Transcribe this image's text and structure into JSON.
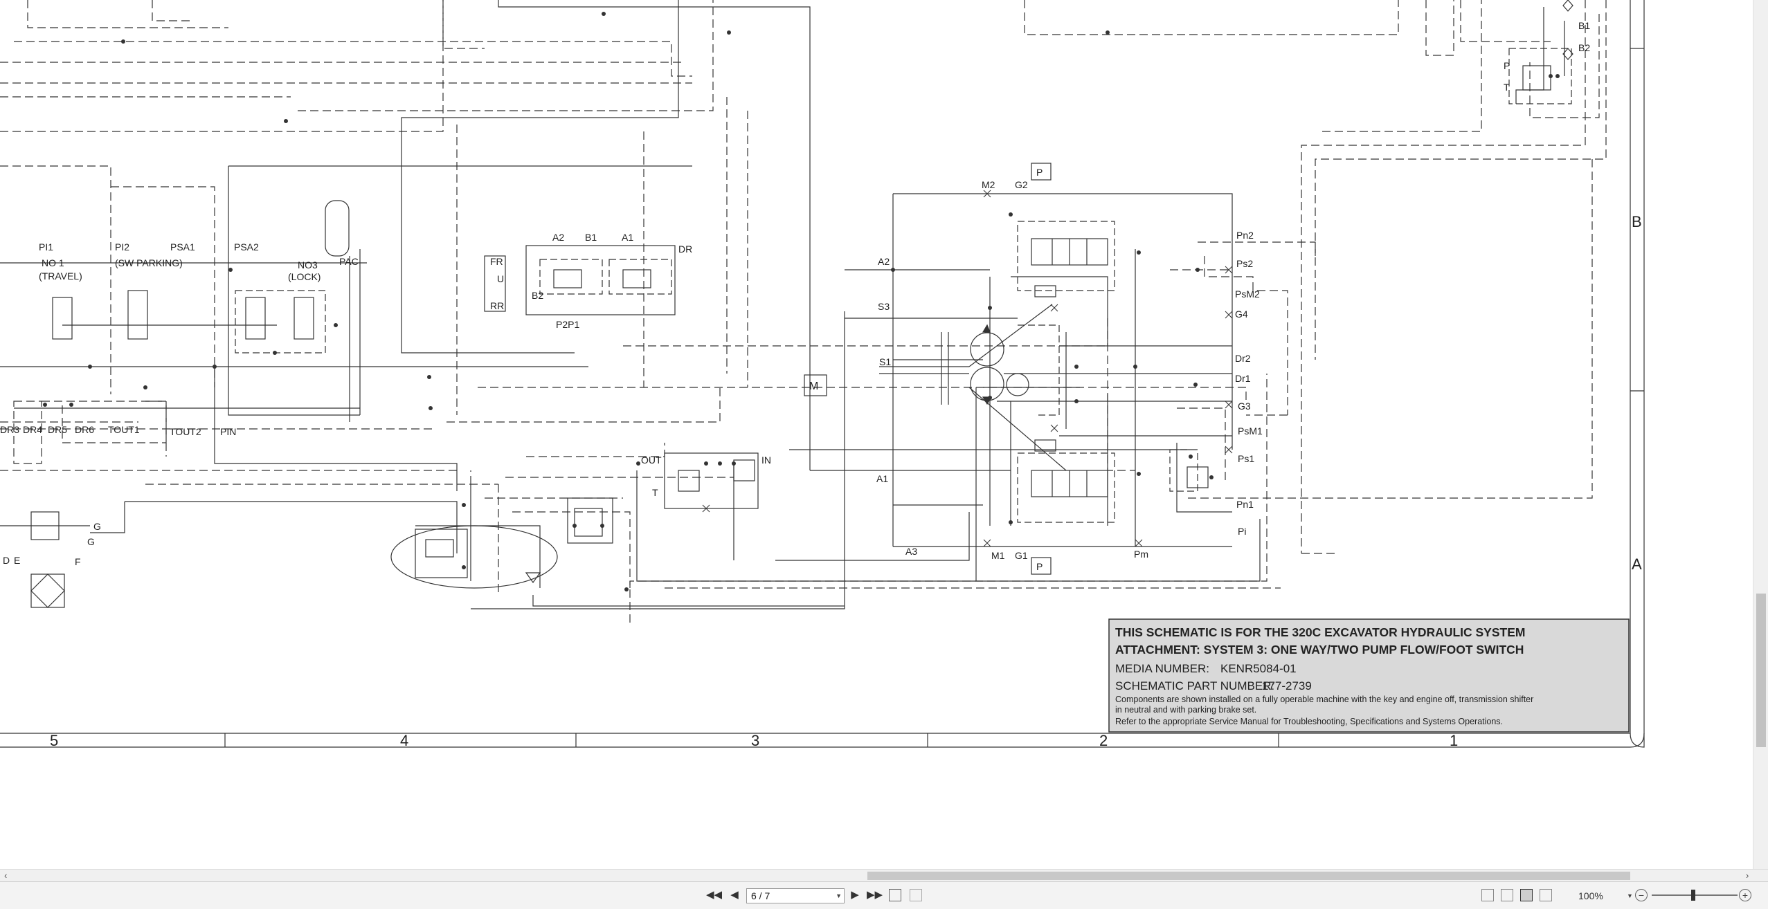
{
  "schematic": {
    "grid_columns": [
      "5",
      "4",
      "3",
      "2",
      "1"
    ],
    "grid_rows": [
      "B",
      "A"
    ],
    "title_block": {
      "line1": "THIS SCHEMATIC IS FOR THE 320C EXCAVATOR HYDRAULIC SYSTEM",
      "line2": "ATTACHMENT: SYSTEM 3: ONE WAY/TWO PUMP FLOW/FOOT SWITCH",
      "media_label": "MEDIA NUMBER:",
      "media_value": "KENR5084-01",
      "part_label": "SCHEMATIC PART NUMBER:",
      "part_value": "177-2739",
      "note1": "Components are shown installed on a fully operable machine with the key and engine off, transmission shifter",
      "note2": "in neutral and with parking brake set.",
      "note3": "Refer to the appropriate Service Manual for Troubleshooting, Specifications and Systems Operations."
    },
    "labels": {
      "pi1": "PI1",
      "pi2": "PI2",
      "psa1": "PSA1",
      "psa2": "PSA2",
      "no1": "NO 1",
      "travel": "(TRAVEL)",
      "sw_parking": "(SW PARKING)",
      "no3": "NO3",
      "lock": "(LOCK)",
      "pac": "PAC",
      "fr": "FR",
      "u": "U",
      "rr": "RR",
      "a2_top": "A2",
      "b1_top": "B1",
      "a1_top": "A1",
      "dr": "DR",
      "b2_mid": "B2",
      "p2p1": "P2P1",
      "dr3": "DR3",
      "dr4": "DR4",
      "dr5": "DR5",
      "dr6": "DR6",
      "tout1": "TOUT1",
      "tout2": "TOUT2",
      "pin": "PIN",
      "g1l": "G",
      "g2l": "G",
      "d": "D",
      "e": "E",
      "f": "F",
      "out": "OUT",
      "in": "IN",
      "t_valve": "T",
      "m2": "M2",
      "g2": "G2",
      "p_top": "P",
      "a2_pump": "A2",
      "s3": "S3",
      "s1": "S1",
      "a1_pump": "A1",
      "a3": "A3",
      "m1": "M1",
      "g1": "G1",
      "p_bot": "P",
      "pm": "Pm",
      "pn2": "Pn2",
      "ps2": "Ps2",
      "psm2": "PsM2",
      "g4": "G4",
      "dr2": "Dr2",
      "dr1": "Dr1",
      "g3": "G3",
      "psm1": "PsM1",
      "ps1": "Ps1",
      "pn1": "Pn1",
      "pi": "Pi",
      "m_motor": "M",
      "b1_right": "B1",
      "b2_right": "B2",
      "p_right": "P",
      "t_right": "T"
    }
  },
  "toolbar": {
    "page_indicator": "6 / 7",
    "zoom_level": "100%"
  }
}
